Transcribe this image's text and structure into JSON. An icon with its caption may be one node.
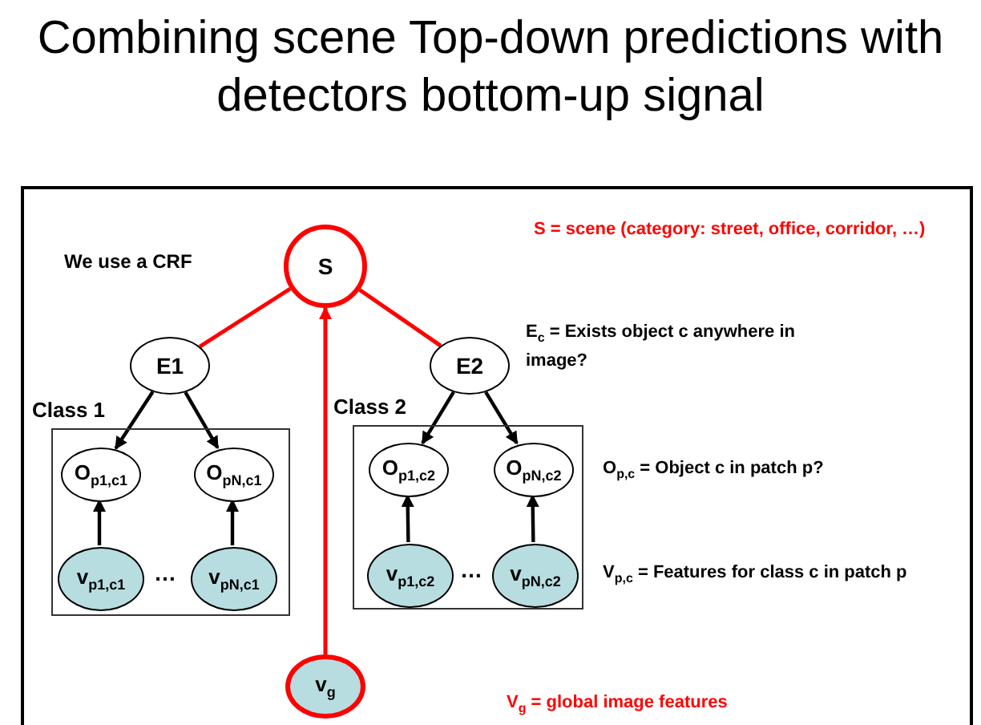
{
  "diagram": {
    "title": "Combining scene Top-down predictions with detectors bottom-up signal",
    "nodes": [
      {
        "text": [
          "S"
        ]
      },
      {
        "text": [
          "E1"
        ]
      },
      {
        "text": [
          "E2"
        ]
      },
      {
        "text": [
          "Class 1"
        ]
      },
      {
        "text": [
          "O$_{p1,c1}$"
        ],
        "in": 3
      },
      {
        "text": [
          "O$_{pN,c1}$"
        ],
        "in": 3
      },
      {
        "text": [
          "v$_{p1,c1}$"
        ],
        "in": 3
      },
      {
        "text": [
          "v$_{pN,c1}$"
        ],
        "in": 3
      },
      {
        "text": [
          "Class 2"
        ]
      },
      {
        "text": [
          "O$_{p1,c2}$"
        ],
        "in": 8
      },
      {
        "text": [
          "O$_{pN,c2}$"
        ],
        "in": 8
      },
      {
        "text": [
          "v$_{p1,c2}$"
        ],
        "in": 8
      },
      {
        "text": [
          "v$_{pN,c2}$"
        ],
        "in": 8
      },
      {
        "text": [
          "v$_{g}$"
        ]
      }
    ],
    "edges": [
      {
        "from": 0,
        "to": 1,
        "arrow": "none",
        "color": "#ff0000"
      },
      {
        "from": 0,
        "to": 2,
        "arrow": "none",
        "color": "#ff0000"
      },
      {
        "from": 13,
        "to": 0,
        "arrow": "to",
        "color": "#ff0000"
      },
      {
        "from": 1,
        "to": 4,
        "arrow": "to"
      },
      {
        "from": 1,
        "to": 5,
        "arrow": "to"
      },
      {
        "from": 6,
        "to": 4,
        "arrow": "to"
      },
      {
        "from": 7,
        "to": 5,
        "arrow": "to"
      },
      {
        "from": 2,
        "to": 9,
        "arrow": "to"
      },
      {
        "from": 2,
        "to": 10,
        "arrow": "to"
      },
      {
        "from": 11,
        "to": 9,
        "arrow": "to"
      },
      {
        "from": 12,
        "to": 10,
        "arrow": "to"
      }
    ],
    "labels": [
      "S = scene (category: street, office, corridor, …)",
      "We use a CRF",
      "E$_{c}$ = Exists object c anywhere in image?",
      "O$_{p,c}$ = Object c in patch p?",
      "V$_{p,c}$ = Features for class c in patch p",
      "…",
      "…",
      "V$_{g}$ = global image features"
    ]
  }
}
